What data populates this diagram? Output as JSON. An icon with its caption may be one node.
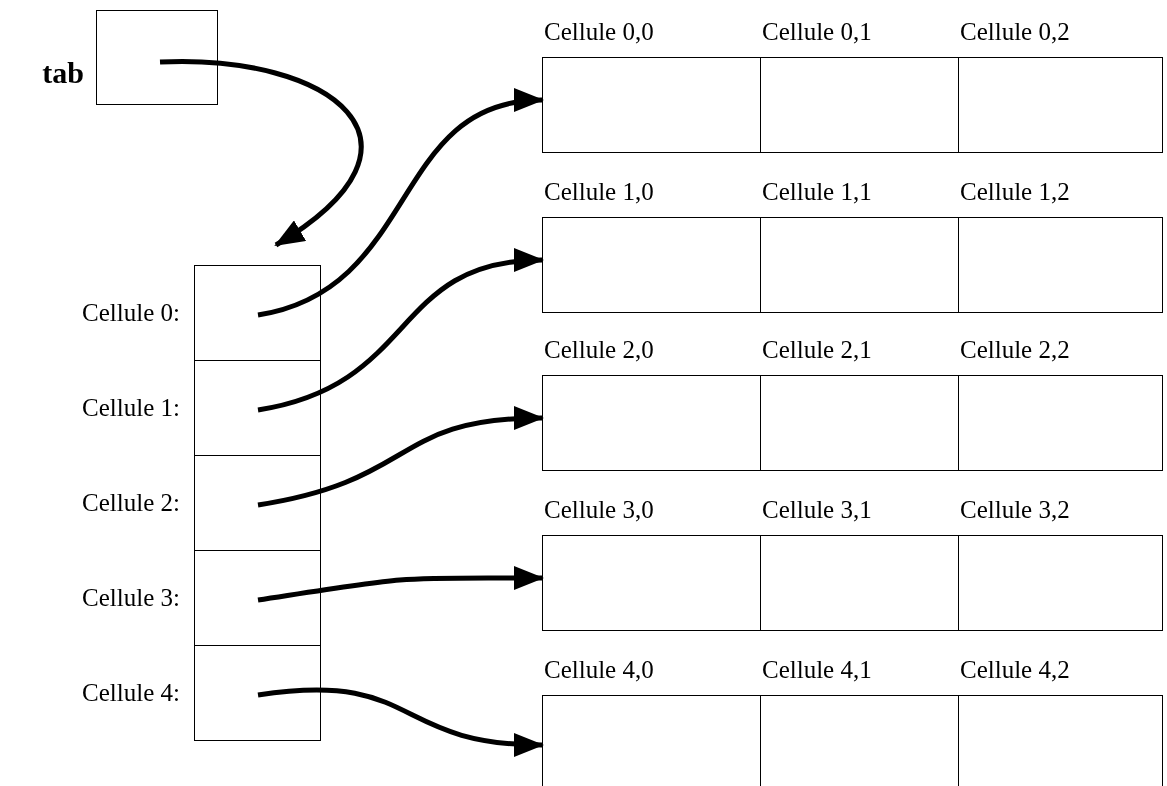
{
  "diagram": {
    "nodes": [
      {
        "text": [
          "tab"
        ]
      },
      {
        "text": [
          "Cellule 0:"
        ]
      },
      {
        "text": [
          "Cellule 1:"
        ]
      },
      {
        "text": [
          "Cellule 2:"
        ]
      },
      {
        "text": [
          "Cellule 3:"
        ]
      },
      {
        "text": [
          "Cellule 4:"
        ]
      },
      {
        "text": [
          "Cellule 0,0"
        ]
      },
      {
        "text": [
          "Cellule 0,1"
        ]
      },
      {
        "text": [
          "Cellule 0,2"
        ]
      },
      {
        "text": [
          "Cellule 1,0"
        ]
      },
      {
        "text": [
          "Cellule 1,1"
        ]
      },
      {
        "text": [
          "Cellule 1,2"
        ]
      },
      {
        "text": [
          "Cellule 2,0"
        ]
      },
      {
        "text": [
          "Cellule 2,1"
        ]
      },
      {
        "text": [
          "Cellule 2,2"
        ]
      },
      {
        "text": [
          "Cellule 3,0"
        ]
      },
      {
        "text": [
          "Cellule 3,1"
        ]
      },
      {
        "text": [
          "Cellule 3,2"
        ]
      },
      {
        "text": [
          "Cellule 4,0"
        ]
      },
      {
        "text": [
          "Cellule 4,1"
        ]
      },
      {
        "text": [
          "Cellule 4,2"
        ]
      }
    ],
    "edges": [
      {
        "from": 0,
        "to": 1,
        "arrow": "to"
      },
      {
        "from": 1,
        "to": 6,
        "arrow": "to"
      },
      {
        "from": 2,
        "to": 9,
        "arrow": "to"
      },
      {
        "from": 3,
        "to": 12,
        "arrow": "to"
      },
      {
        "from": 4,
        "to": 15,
        "arrow": "to"
      },
      {
        "from": 5,
        "to": 18,
        "arrow": "to"
      }
    ]
  }
}
